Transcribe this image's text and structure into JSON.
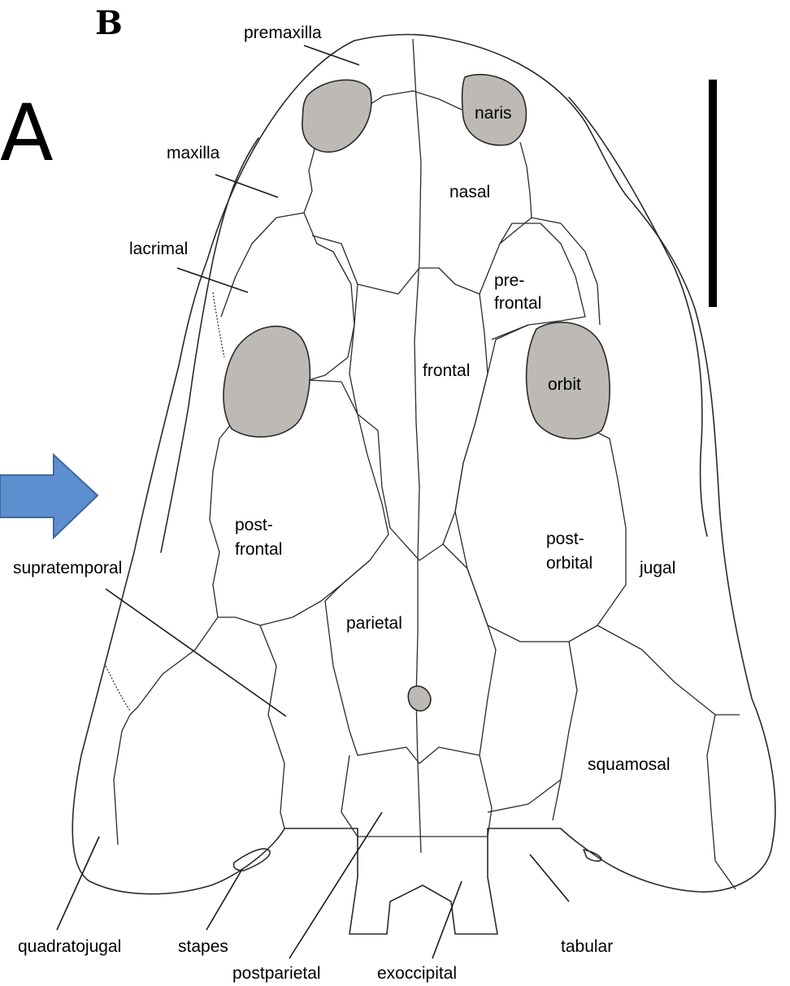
{
  "panel_labels": {
    "a": "A",
    "b": "B"
  },
  "colors": {
    "opening_fill": "#bdbab6",
    "arrow_fill": "#5b8fd0",
    "line": "#2a2a2a"
  },
  "labels": {
    "premaxilla": "premaxilla",
    "naris": "naris",
    "maxilla": "maxilla",
    "nasal": "nasal",
    "lacrimal": "lacrimal",
    "prefrontal_1": "pre-",
    "prefrontal_2": "frontal",
    "frontal": "frontal",
    "orbit": "orbit",
    "postfrontal_1": "post-",
    "postfrontal_2": "frontal",
    "supratemporal": "supratemporal",
    "postorbital_1": "post-",
    "postorbital_2": "orbital",
    "jugal": "jugal",
    "parietal": "parietal",
    "squamosal": "squamosal",
    "quadratojugal": "quadratojugal",
    "stapes": "stapes",
    "tabular": "tabular",
    "postparietal": "postparietal",
    "exoccipital": "exoccipital"
  }
}
